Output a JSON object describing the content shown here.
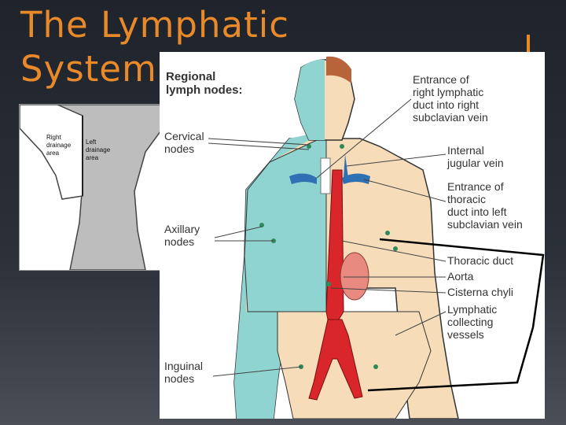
{
  "slide": {
    "title_line1": "The Lymphatic",
    "title_line2": "System"
  },
  "inset": {
    "right_label": [
      "Right",
      "drainage",
      "area"
    ],
    "left_label": [
      "Left",
      "drainage",
      "area"
    ]
  },
  "diagram": {
    "heading": [
      "Regional",
      "lymph nodes:"
    ],
    "left_labels": {
      "cervical": [
        "Cervical",
        "nodes"
      ],
      "axillary": [
        "Axillary",
        "nodes"
      ],
      "inguinal": [
        "Inguinal",
        "nodes"
      ]
    },
    "right_labels": {
      "entrance_right": [
        "Entrance of",
        "right lymphatic",
        "duct into right",
        "subclavian vein"
      ],
      "internal_jugular": [
        "Internal",
        "jugular vein"
      ],
      "entrance_thoracic": [
        "Entrance of",
        "thoracic",
        "duct into left",
        "subclavian vein"
      ],
      "thoracic_duct": [
        "Thoracic duct"
      ],
      "aorta": [
        "Aorta"
      ],
      "cisterna": [
        "Cisterna chyli"
      ],
      "collecting": [
        "Lymphatic",
        "collecting",
        "vessels"
      ]
    }
  },
  "colors": {
    "accent": "#e8892a",
    "right_drainage": "#8fd4d0",
    "left_drainage": "#f6dcb8",
    "aorta": "#d8262a",
    "vein": "#2f6fb3",
    "organ": "#e88a80"
  }
}
